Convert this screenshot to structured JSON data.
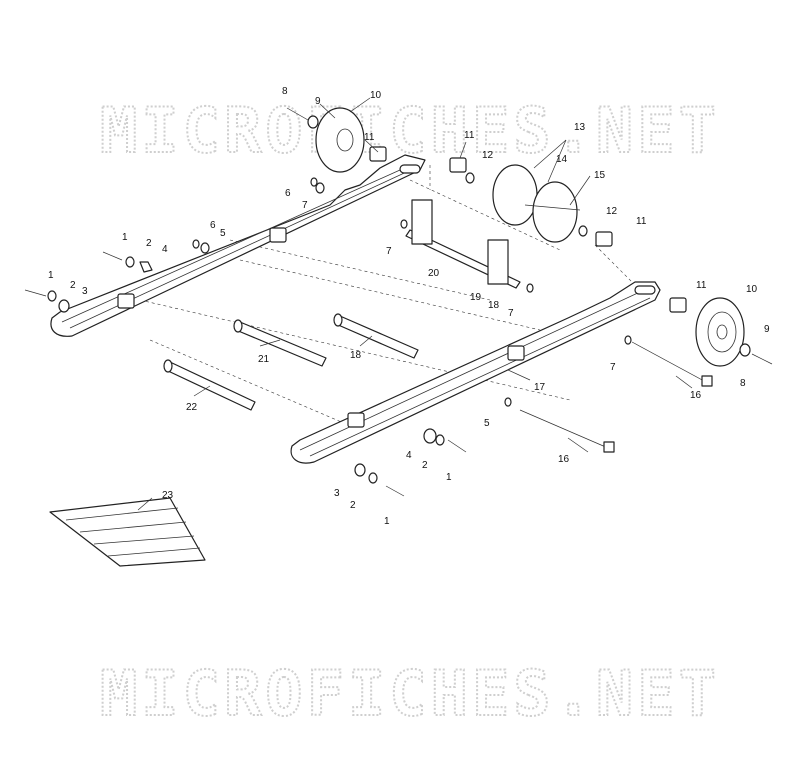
{
  "watermark": {
    "top": "MICROFICHES.NET",
    "bottom": "MICROFICHES.NET"
  },
  "callouts": [
    "1",
    "2",
    "3",
    "4",
    "5",
    "6",
    "7",
    "8",
    "9",
    "10",
    "11",
    "12",
    "13",
    "14",
    "15",
    "16",
    "17",
    "18",
    "19",
    "20",
    "21",
    "22",
    "23"
  ],
  "colors": {
    "ink": "#222222",
    "watermark": "#cfcfcf",
    "background": "#ffffff"
  }
}
